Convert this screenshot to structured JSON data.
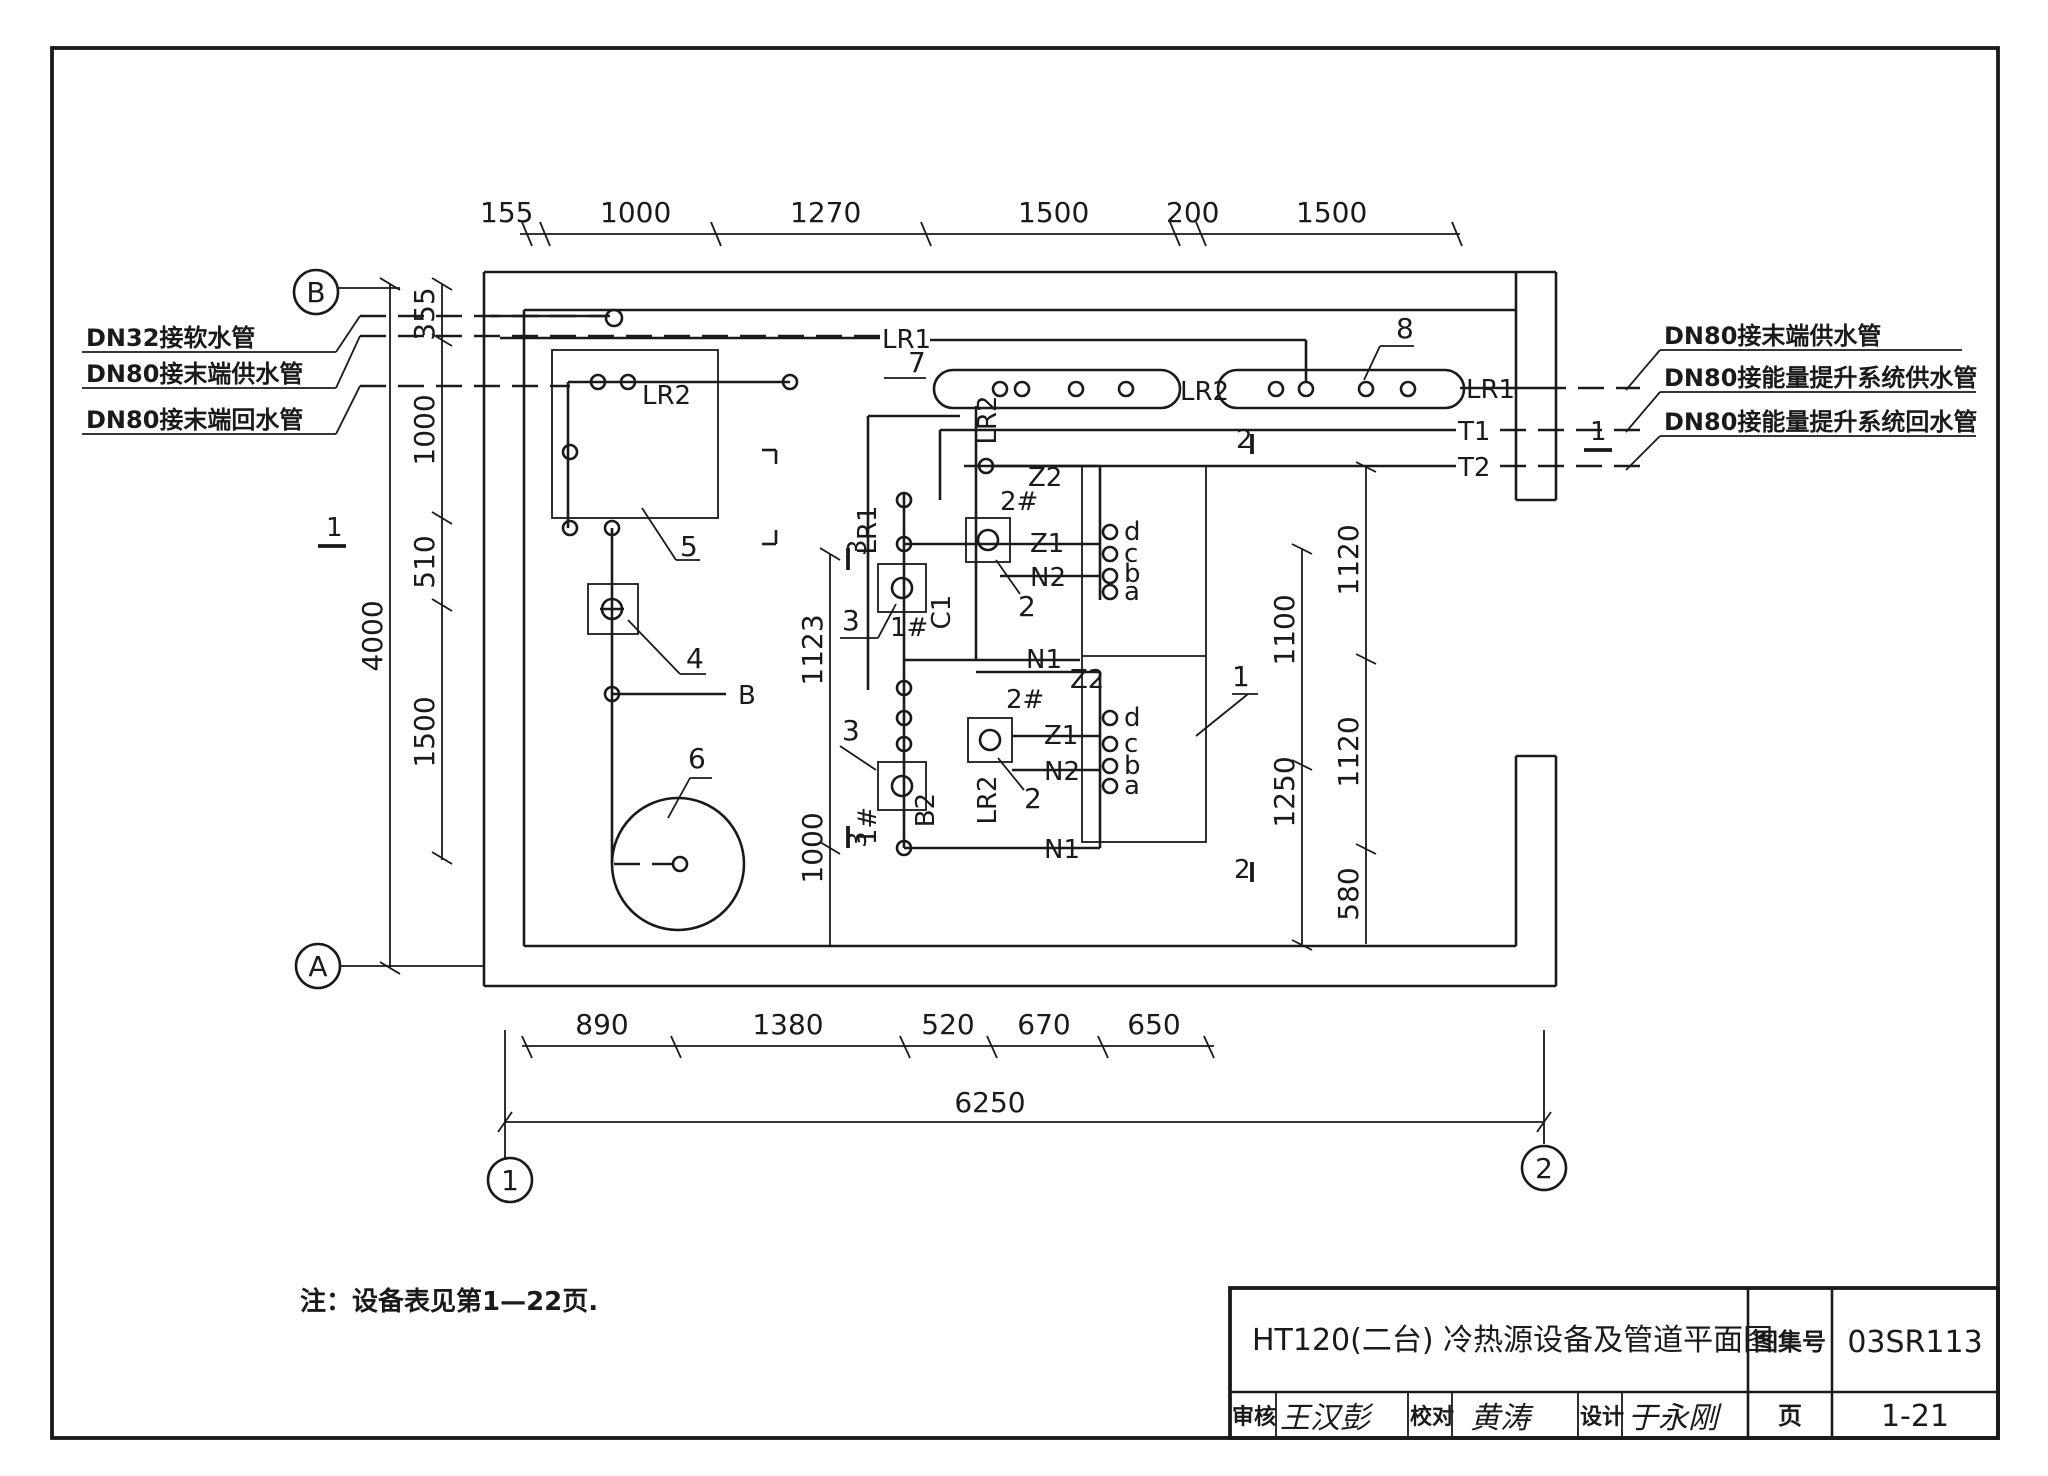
{
  "dimensions": {
    "top": [
      "155",
      "1000",
      "1270",
      "1500",
      "200",
      "1500"
    ],
    "bottom": [
      "890",
      "1380",
      "520",
      "670",
      "650"
    ],
    "total_width": "6250",
    "left": [
      "355",
      "1000",
      "510",
      "1500"
    ],
    "total_height": "4000",
    "inner_a": "1123",
    "inner_b": "1000",
    "right_a": [
      "1100",
      "1250"
    ],
    "right_b": [
      "1120",
      "1120",
      "580"
    ]
  },
  "axes": {
    "row_b": "B",
    "row_a": "A",
    "col_1": "1",
    "col_2": "2"
  },
  "left_notes": [
    "DN32接软水管",
    "DN80接末端供水管",
    "DN80接末端回水管"
  ],
  "right_notes": [
    "DN80接末端供水管",
    "DN80接能量提升系统供水管",
    "DN80接能量提升系统回水管"
  ],
  "pipes": {
    "lr1": "LR1",
    "lr2": "LR2",
    "t1": "T1",
    "t2": "T2",
    "z1": "Z1",
    "z2": "Z2",
    "n1": "N1",
    "n2": "N2",
    "b": "B",
    "b2": "B2",
    "c1": "C1"
  },
  "units": {
    "unit_2": "2#",
    "unit_1": "1#"
  },
  "ports": [
    "d",
    "c",
    "b",
    "a"
  ],
  "items": {
    "n1": "1",
    "n2": "2",
    "n3": "3",
    "n4": "4",
    "n5": "5",
    "n6": "6",
    "n7": "7",
    "n8": "8"
  },
  "section_marks": {
    "one": "1",
    "two": "2",
    "three": "3"
  },
  "note": "注：设备表见第1—22页.",
  "title_block": {
    "title": "HT120(二台) 冷热源设备及管道平面图",
    "atlas_label": "图集号",
    "atlas_no": "03SR113",
    "page_label": "页",
    "page_no": "1-21",
    "review_label": "审核",
    "check_label": "校对",
    "design_label": "设计",
    "review_sig": "王汉彭",
    "check_sig": "黄涛",
    "design_sig": "于永刚"
  }
}
